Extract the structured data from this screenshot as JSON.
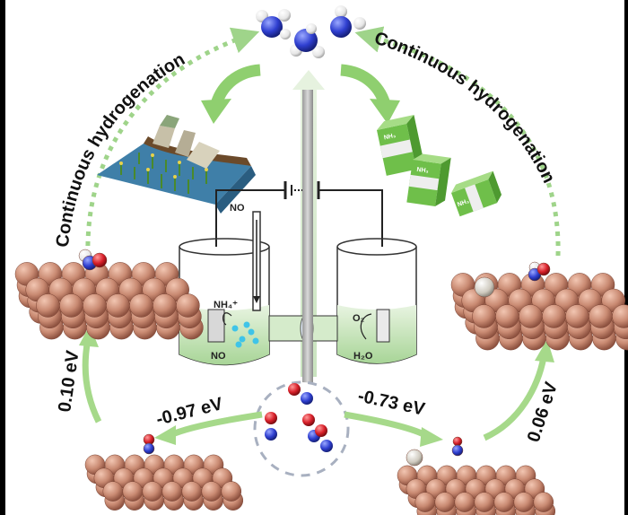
{
  "labels": {
    "left_arc": "Continuous hydrogenation",
    "right_arc": "Continuous hydrogenation",
    "energy_left_top": "0.10 eV",
    "energy_left_bottom": "-0.97 eV",
    "energy_right_bottom": "-0.73 eV",
    "energy_right_top": "0.06 eV"
  },
  "cell": {
    "no_in": "NO",
    "nh4": "NH₄⁺",
    "no_cathode": "NO",
    "o2": "O₂",
    "h2o": "H₂O"
  },
  "block_label": "NH₃",
  "colors": {
    "background": "#ffffff",
    "frame": "#000000",
    "arrow_green": "#8fcf6f",
    "dotted_green": "#9fd48a",
    "copper_atom": "#c98a72",
    "nitrogen": "#2f3fd0",
    "oxygen": "#d8202a",
    "hydrogen": "#f2f2f2",
    "electrolyte": "#c9e7c0",
    "membrane_post": "#8a8a8a"
  }
}
